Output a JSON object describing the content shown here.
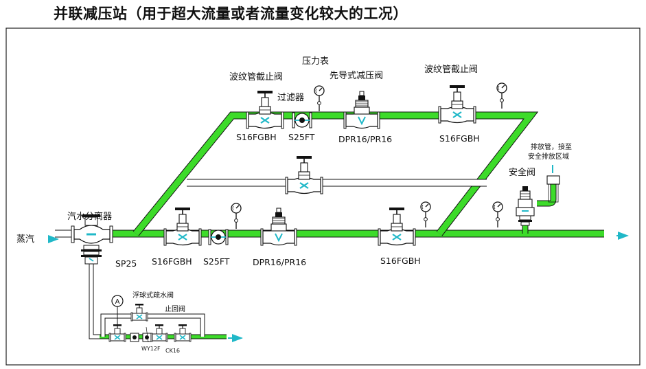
{
  "title": "并联减压站（用于超大流量或者流量变化较大的工况）",
  "labels": {
    "steam_inlet": "蒸汽",
    "separator": "汽水分离器",
    "separator_code": "SP25",
    "upper_bellows_valve_1": "波纹管截止阀",
    "upper_bellows_valve_1_code": "S16FGBH",
    "upper_filter": "过滤器",
    "upper_filter_code": "S25FT",
    "pressure_gauge": "压力表",
    "upper_prv": "先导式减压阀",
    "upper_prv_code": "DPR16/PR16",
    "upper_bellows_valve_2": "波纹管截止阀",
    "upper_bellows_valve_2_code": "S16FGBH",
    "lower_valve_1_code": "S16FGBH",
    "lower_filter_code": "S25FT",
    "lower_prv_code": "DPR16/PR16",
    "lower_valve_2_code": "S16FGBH",
    "safety_valve": "安全阀",
    "vent_note_line1": "排放管，接至",
    "vent_note_line2": "安全排放区域",
    "trap_valve": "浮球式疏水阀",
    "check_valve": "止回阀",
    "trap_code": "WY12F",
    "check_code": "CK16",
    "drain_marker": "A"
  },
  "colors": {
    "pipe_green": "#3ddb2a",
    "flow_cyan": "#20b8c8",
    "line": "#111111",
    "border": "#222222"
  }
}
